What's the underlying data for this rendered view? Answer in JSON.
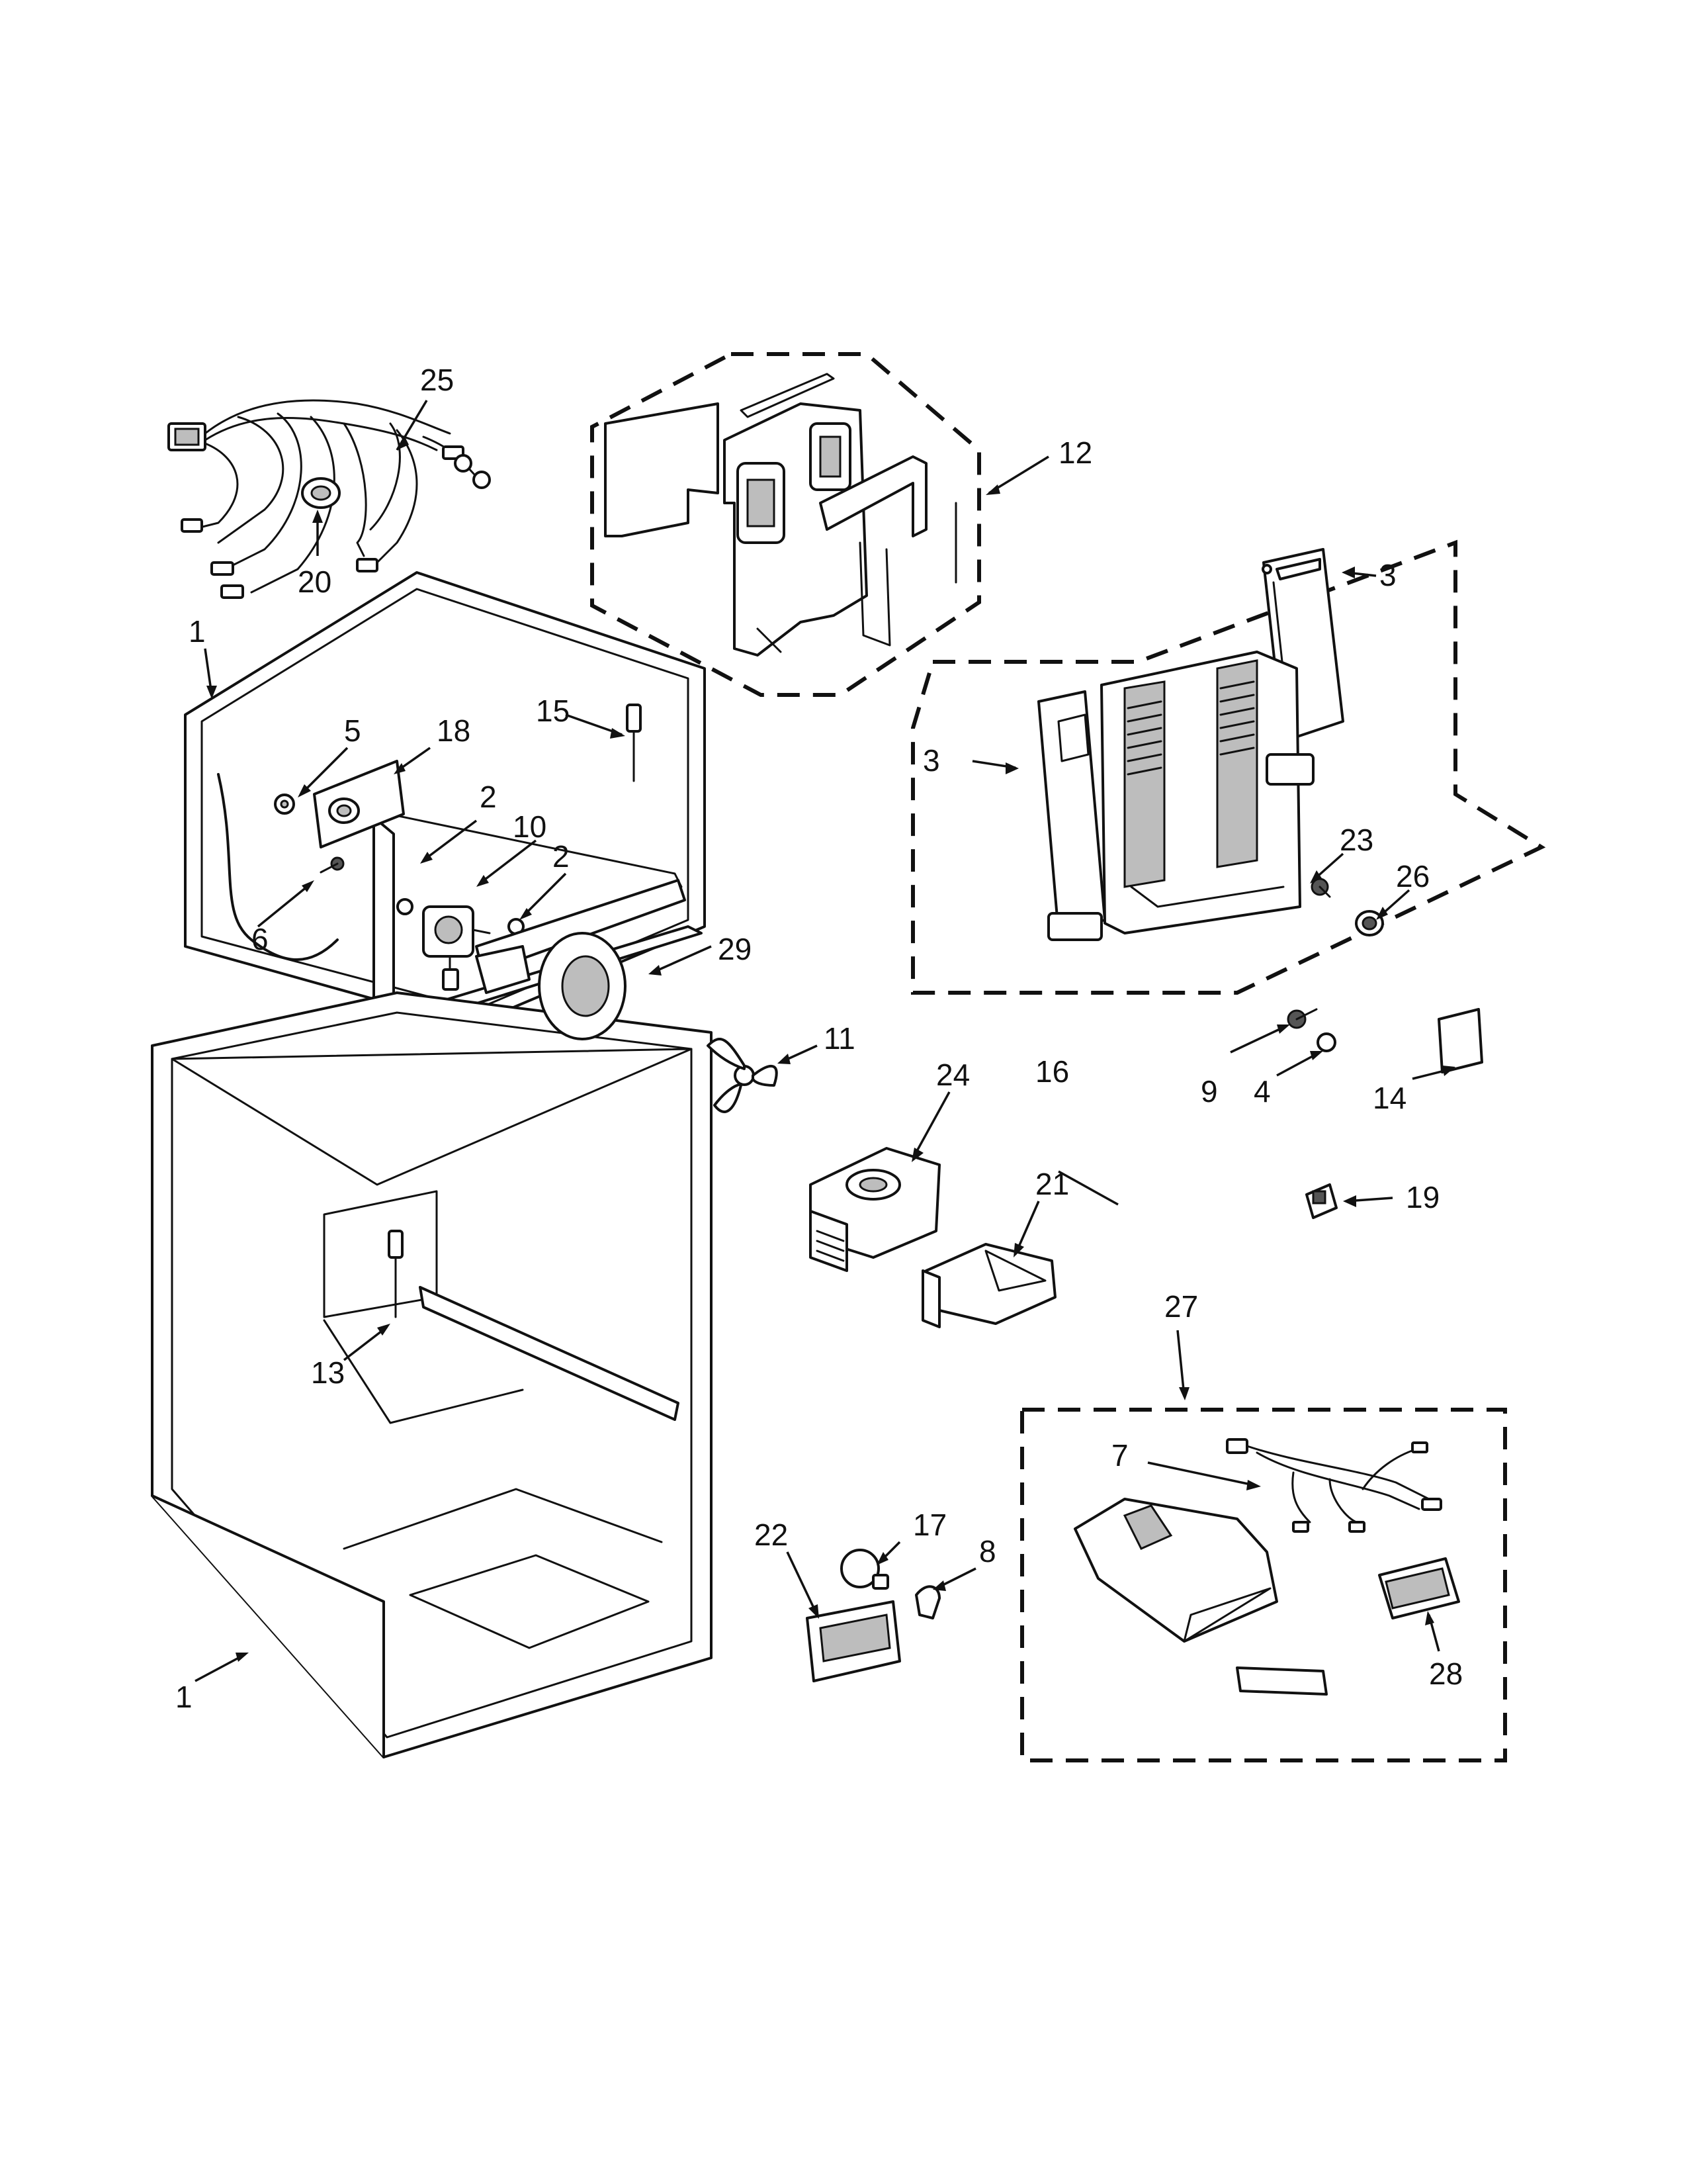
{
  "callouts": [
    {
      "id": "c25",
      "text": "25"
    },
    {
      "id": "c20",
      "text": "20"
    },
    {
      "id": "c12",
      "text": "12"
    },
    {
      "id": "c3a",
      "text": "3"
    },
    {
      "id": "c3b",
      "text": "3"
    },
    {
      "id": "c1a",
      "text": "1"
    },
    {
      "id": "c5",
      "text": "5"
    },
    {
      "id": "c18",
      "text": "18"
    },
    {
      "id": "c15",
      "text": "15"
    },
    {
      "id": "c2a",
      "text": "2"
    },
    {
      "id": "c10",
      "text": "10"
    },
    {
      "id": "c2b",
      "text": "2"
    },
    {
      "id": "c6",
      "text": "6"
    },
    {
      "id": "c29",
      "text": "29"
    },
    {
      "id": "c23",
      "text": "23"
    },
    {
      "id": "c26",
      "text": "26"
    },
    {
      "id": "c11",
      "text": "11"
    },
    {
      "id": "c16",
      "text": "16"
    },
    {
      "id": "c9",
      "text": "9"
    },
    {
      "id": "c4",
      "text": "4"
    },
    {
      "id": "c14",
      "text": "14"
    },
    {
      "id": "c24",
      "text": "24"
    },
    {
      "id": "c21",
      "text": "21"
    },
    {
      "id": "c19",
      "text": "19"
    },
    {
      "id": "c27",
      "text": "27"
    },
    {
      "id": "c13",
      "text": "13"
    },
    {
      "id": "c7",
      "text": "7"
    },
    {
      "id": "c22",
      "text": "22"
    },
    {
      "id": "c17",
      "text": "17"
    },
    {
      "id": "c8",
      "text": "8"
    },
    {
      "id": "c28",
      "text": "28"
    },
    {
      "id": "c1b",
      "text": "1"
    }
  ]
}
